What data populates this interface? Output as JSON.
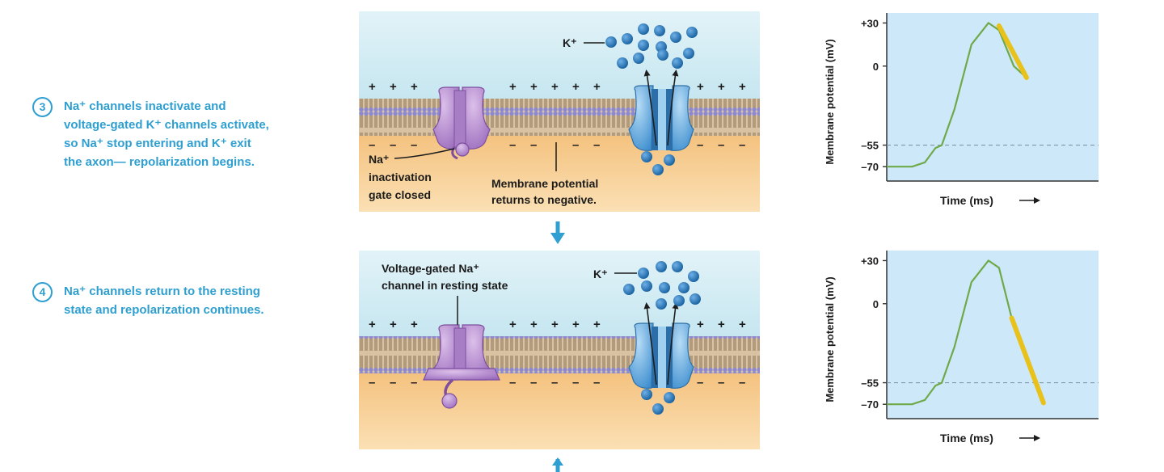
{
  "steps": [
    {
      "number": "3",
      "text": "Na⁺ channels inactivate and\nvoltage-gated K⁺ channels activate,\nso Na⁺ stop entering and K⁺ exit\nthe axon— repolarization begins.",
      "labels": {
        "k_ion": "K⁺",
        "na_gate_1": "Na⁺",
        "na_gate_2": "inactivation",
        "na_gate_3": "gate closed",
        "membrane_1": "Membrane potential",
        "membrane_2": "returns to negative."
      }
    },
    {
      "number": "4",
      "text": "Na⁺ channels return to the resting\nstate and repolarization continues.",
      "labels": {
        "k_ion": "K⁺",
        "na_channel_1": "Voltage-gated Na⁺",
        "na_channel_2": "channel in resting state"
      }
    }
  ],
  "charge": {
    "plus": "+",
    "minus": "–"
  },
  "colors": {
    "step_text": "#2e9fd0",
    "outside": "#cfeaf3",
    "inside": "#f6c98a",
    "na_channel": "#b98fcf",
    "k_channel": "#6fb3e4",
    "ion": "#1f74b8",
    "trace": "#6fa94a",
    "highlight": "#e8c11a",
    "plot_bg": "#cde8f8"
  },
  "chart_data": [
    {
      "type": "line",
      "xlabel": "Time (ms)",
      "ylabel": "Membrane potential (mV)",
      "yticks": [
        {
          "value": 30,
          "label": "+30"
        },
        {
          "value": 0,
          "label": "0"
        },
        {
          "value": -55,
          "label": "–55"
        },
        {
          "value": -70,
          "label": "–70"
        }
      ],
      "ylim": [
        -80,
        37
      ],
      "xlim": [
        0,
        10
      ],
      "threshold": -55,
      "series": [
        {
          "x": [
            0,
            1.2,
            1.8,
            2.3,
            2.6,
            3.2,
            4.0,
            4.8,
            5.3,
            6.0,
            6.6
          ],
          "y": [
            -70,
            -70,
            -67,
            -57,
            -55,
            -30,
            15,
            30,
            25,
            0,
            -8
          ]
        }
      ],
      "highlight": {
        "x": [
          5.3,
          6.6
        ],
        "y": [
          28,
          -8
        ]
      }
    },
    {
      "type": "line",
      "xlabel": "Time (ms)",
      "ylabel": "Membrane potential (mV)",
      "yticks": [
        {
          "value": 30,
          "label": "+30"
        },
        {
          "value": 0,
          "label": "0"
        },
        {
          "value": -55,
          "label": "–55"
        },
        {
          "value": -70,
          "label": "–70"
        }
      ],
      "ylim": [
        -80,
        37
      ],
      "xlim": [
        0,
        10
      ],
      "threshold": -55,
      "series": [
        {
          "x": [
            0,
            1.2,
            1.8,
            2.3,
            2.6,
            3.2,
            4.0,
            4.8,
            5.3,
            5.9,
            6.6,
            7.4
          ],
          "y": [
            -70,
            -70,
            -67,
            -57,
            -55,
            -30,
            15,
            30,
            25,
            -10,
            -40,
            -69
          ]
        }
      ],
      "highlight": {
        "x": [
          5.9,
          7.4
        ],
        "y": [
          -10,
          -69
        ]
      }
    }
  ]
}
